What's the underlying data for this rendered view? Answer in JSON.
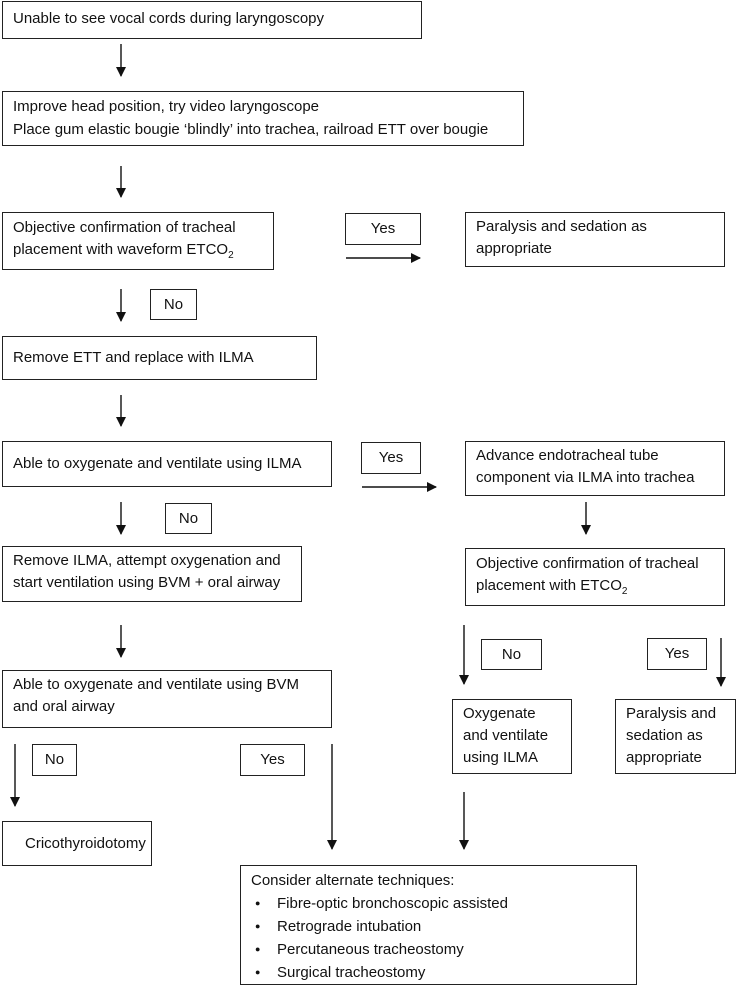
{
  "steps": {
    "unable_to_see": "Unable to see vocal cords during laryngoscopy",
    "improve_position": {
      "line1": "Improve head position, try video laryngoscope",
      "line2": "Place gum elastic bougie ‘blindly’ into trachea, railroad ETT over bougie"
    },
    "confirm_waveform": {
      "line1": "Objective confirmation of tracheal",
      "line2_prefix": "placement with waveform ETCO",
      "line2_sub": "2"
    },
    "paralysis_top": {
      "line1": "Paralysis and sedation as",
      "line2": "appropriate"
    },
    "remove_ett": "Remove ETT and replace with ILMA",
    "able_ilma": "Able to oxygenate and ventilate using ILMA",
    "advance_tube": {
      "line1": "Advance endotracheal tube",
      "line2": "component via ILMA into trachea"
    },
    "remove_ilma": {
      "line1": "Remove ILMA, attempt oxygenation and",
      "line2": "start ventilation using BVM + oral airway"
    },
    "confirm_etco2": {
      "line1": "Objective confirmation of tracheal",
      "line2_prefix": "placement with ETCO",
      "line2_sub": "2"
    },
    "able_bvm": {
      "line1": "Able to oxygenate and ventilate using BVM",
      "line2": "and oral airway"
    },
    "oxygenate_ilma": {
      "line1": "Oxygenate",
      "line2": "and ventilate",
      "line3": "using ILMA"
    },
    "paralysis_bottom": {
      "line1": "Paralysis and",
      "line2": "sedation as",
      "line3": "appropriate"
    },
    "cricothyroidotomy": "Cricothyroidotomy",
    "alternates": {
      "title": "Consider alternate techniques:",
      "items": [
        "Fibre-optic bronchoscopic assisted",
        "Retrograde intubation",
        "Percutaneous tracheostomy",
        "Surgical tracheostomy"
      ]
    }
  },
  "labels": {
    "yes_top": "Yes",
    "no_waveform": "No",
    "yes_ilma": "Yes",
    "no_ilma": "No",
    "no_etco2": "No",
    "yes_etco2": "Yes",
    "no_bvm": "No",
    "yes_bvm": "Yes"
  }
}
